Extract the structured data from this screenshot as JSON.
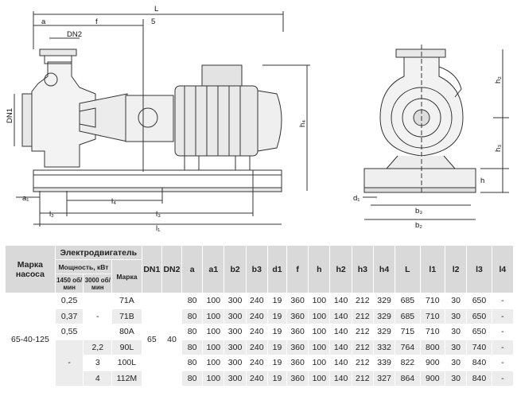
{
  "drawing": {
    "front_view_labels": {
      "L": "L",
      "a": "a",
      "f": "f",
      "s": "5",
      "DN2": "DN2",
      "DN1": "DN1",
      "h4": "h₄",
      "a1": "a₁",
      "l2": "l₂",
      "l4": "l₄",
      "l3": "l₃",
      "l1": "l₁"
    },
    "side_view_labels": {
      "h2": "h₂",
      "h3": "h₃",
      "h": "h",
      "d1": "d₁",
      "b3": "b₃",
      "b2": "b₂"
    }
  },
  "table": {
    "headers": {
      "pump_model": "Марка насоса",
      "motor": "Электродвигатель",
      "power": "Мощность, кВт",
      "rpm1450": "1450 об/мин",
      "rpm3000": "3000 об/мин",
      "motor_model": "Марка",
      "cols": [
        "DN1",
        "DN2",
        "a",
        "a1",
        "b2",
        "b3",
        "d1",
        "f",
        "h",
        "h2",
        "h3",
        "h4",
        "L",
        "l1",
        "l2",
        "l3",
        "l4"
      ]
    },
    "pump_model": "65-40-125",
    "dn1": "65",
    "dn2": "40",
    "rpm3000_dash": "-",
    "rpm1450_dash": "-",
    "rows": [
      {
        "p1450": "0,25",
        "p3000": "",
        "motor": "71A",
        "vals": [
          "80",
          "100",
          "300",
          "240",
          "19",
          "360",
          "100",
          "140",
          "212",
          "329",
          "685",
          "710",
          "30",
          "650",
          "-"
        ]
      },
      {
        "p1450": "0,37",
        "p3000": "",
        "motor": "71B",
        "vals": [
          "80",
          "100",
          "300",
          "240",
          "19",
          "360",
          "100",
          "140",
          "212",
          "329",
          "685",
          "710",
          "30",
          "650",
          "-"
        ]
      },
      {
        "p1450": "0,55",
        "p3000": "",
        "motor": "80A",
        "vals": [
          "80",
          "100",
          "300",
          "240",
          "19",
          "360",
          "100",
          "140",
          "212",
          "329",
          "715",
          "710",
          "30",
          "650",
          "-"
        ]
      },
      {
        "p1450": "",
        "p3000": "2,2",
        "motor": "90L",
        "vals": [
          "80",
          "100",
          "300",
          "240",
          "19",
          "360",
          "100",
          "140",
          "212",
          "332",
          "764",
          "800",
          "30",
          "740",
          "-"
        ]
      },
      {
        "p1450": "",
        "p3000": "3",
        "motor": "100L",
        "vals": [
          "80",
          "100",
          "300",
          "240",
          "19",
          "360",
          "100",
          "140",
          "212",
          "339",
          "822",
          "900",
          "30",
          "840",
          "-"
        ]
      },
      {
        "p1450": "",
        "p3000": "4",
        "motor": "112M",
        "vals": [
          "80",
          "100",
          "300",
          "240",
          "19",
          "360",
          "100",
          "140",
          "212",
          "327",
          "864",
          "900",
          "30",
          "840",
          "-"
        ]
      }
    ]
  }
}
